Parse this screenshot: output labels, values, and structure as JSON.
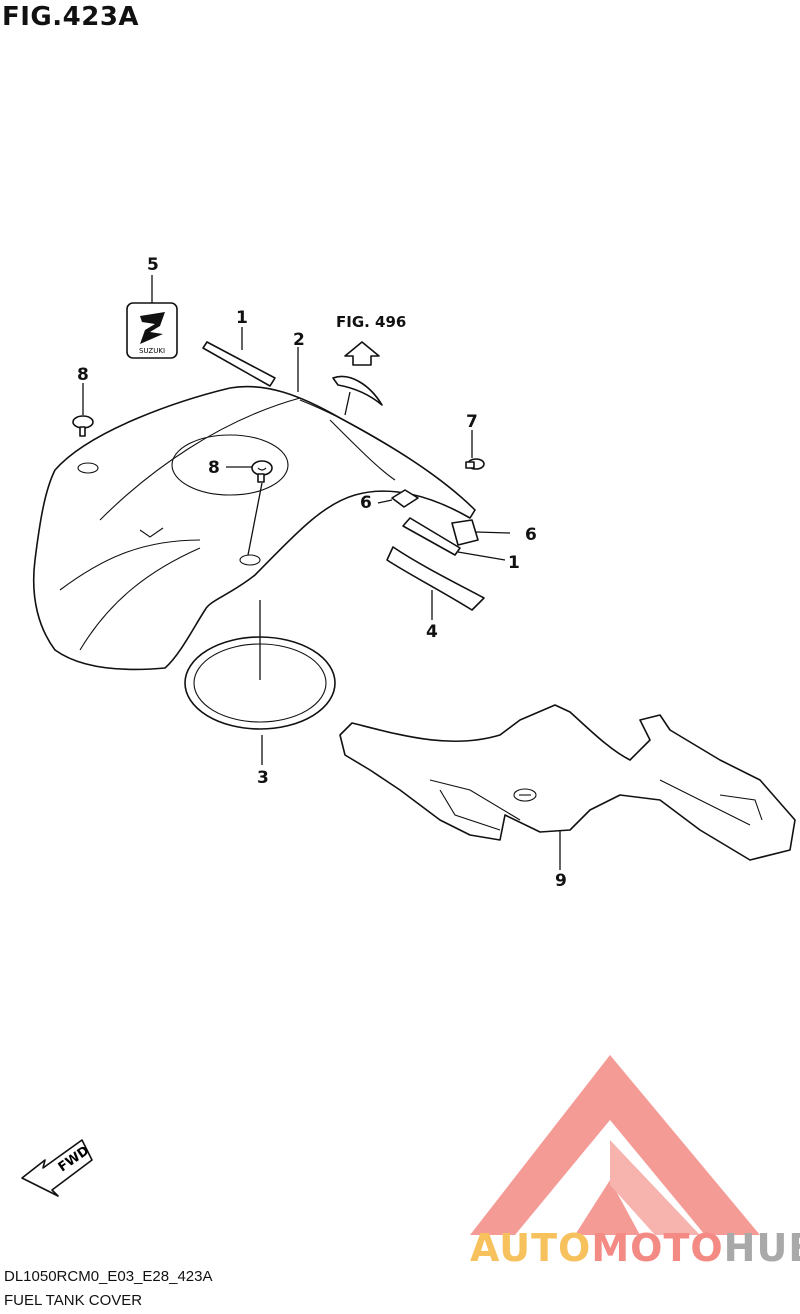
{
  "figure": {
    "title": "FIG.423A"
  },
  "reference": {
    "label": "FIG. 496"
  },
  "callouts": {
    "c1a": "1",
    "c2": "2",
    "c3": "3",
    "c4": "4",
    "c5": "5",
    "c6a": "6",
    "c6b": "6",
    "c7": "7",
    "c8a": "8",
    "c8b": "8",
    "c9": "9",
    "c1b": "1"
  },
  "emblem": {
    "text": "SUZUKI"
  },
  "fwd": {
    "label": "FWD"
  },
  "footer": {
    "code": "DL1050RCM0_E03_E28_423A",
    "name": "FUEL TANK COVER"
  },
  "watermark": {
    "part1": "AUTO",
    "part2": "MOTO",
    "part3": "HUB"
  },
  "colors": {
    "watermark_red": "#f38a84",
    "watermark_yellow": "#f7c25e",
    "watermark_gray": "#a9a9a9"
  }
}
